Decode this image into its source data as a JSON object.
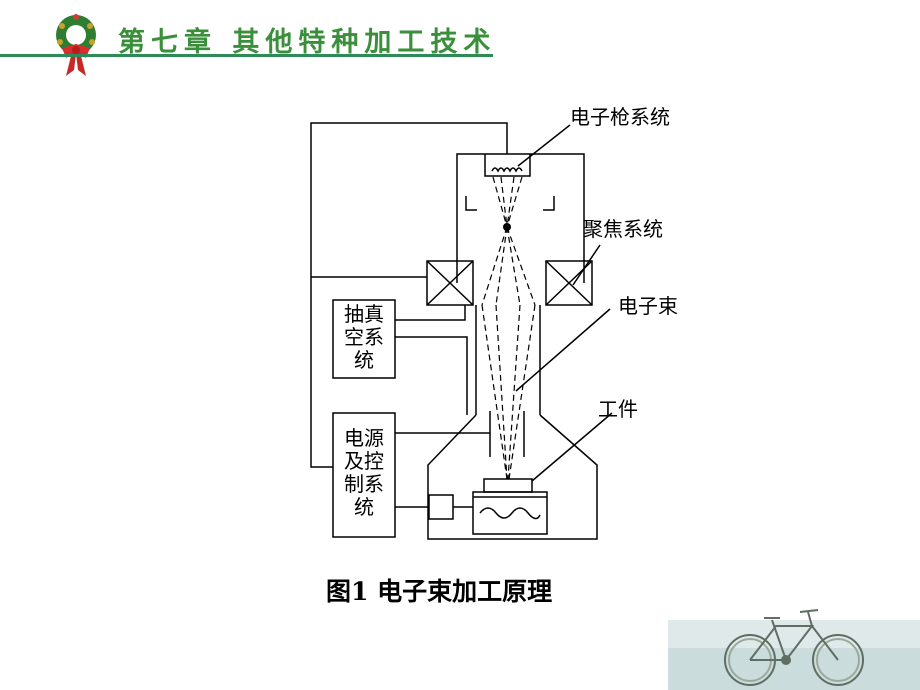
{
  "header": {
    "title": "第七章  其他特种加工技术",
    "accent_color": "#2e8b57",
    "title_color": "#3a8f3a"
  },
  "diagram": {
    "labels": {
      "gun": "电子枪系统",
      "focus": "聚焦系统",
      "beam": "电子束",
      "work": "工件"
    },
    "boxes": {
      "vacuum": [
        "抽真",
        "空系",
        "统"
      ],
      "power": [
        "电源",
        "及控",
        "制系",
        "统"
      ]
    }
  },
  "caption": "图1  电子束加工原理"
}
